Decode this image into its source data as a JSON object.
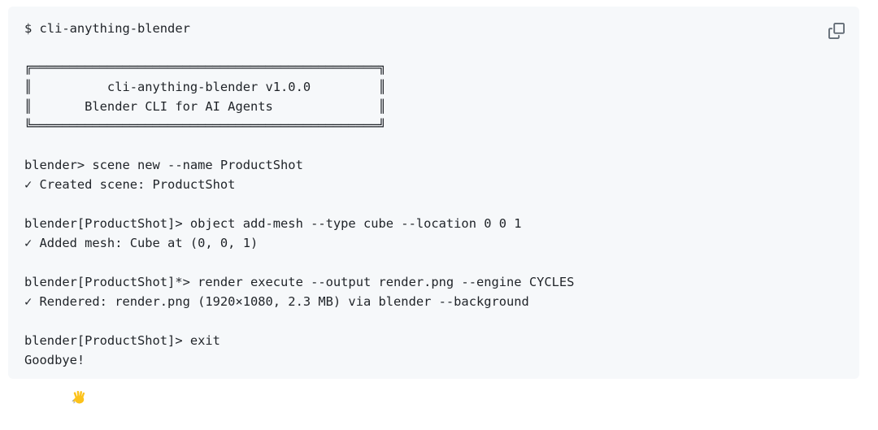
{
  "colors": {
    "page_background": "#ffffff",
    "block_background": "#f6f8fa",
    "text": "#1f2328",
    "copy_icon": "#636c76",
    "hand_yellow": "#fcc21b"
  },
  "icons": {
    "copy": "copy-icon",
    "wave": "waving-hand-icon"
  },
  "terminal": {
    "lines": [
      {
        "type": "command",
        "text": "$ cli-anything-blender"
      },
      {
        "type": "blank",
        "text": ""
      },
      {
        "type": "banner",
        "text": "╔══════════════════════════════════════════════╗"
      },
      {
        "type": "banner",
        "text": "║          cli-anything-blender v1.0.0         ║"
      },
      {
        "type": "banner",
        "text": "║       Blender CLI for AI Agents              ║"
      },
      {
        "type": "banner",
        "text": "╚══════════════════════════════════════════════╝"
      },
      {
        "type": "blank",
        "text": ""
      },
      {
        "type": "command",
        "text": "blender> scene new --name ProductShot"
      },
      {
        "type": "output",
        "text": "✓ Created scene: ProductShot"
      },
      {
        "type": "blank",
        "text": ""
      },
      {
        "type": "command",
        "text": "blender[ProductShot]> object add-mesh --type cube --location 0 0 1"
      },
      {
        "type": "output",
        "text": "✓ Added mesh: Cube at (0, 0, 1)"
      },
      {
        "type": "blank",
        "text": ""
      },
      {
        "type": "command",
        "text": "blender[ProductShot]*> render execute --output render.png --engine CYCLES"
      },
      {
        "type": "output",
        "text": "✓ Rendered: render.png (1920×1080, 2.3 MB) via blender --background"
      },
      {
        "type": "blank",
        "text": ""
      },
      {
        "type": "command",
        "text": "blender[ProductShot]> exit"
      },
      {
        "type": "output",
        "text": "Goodbye!",
        "icon": "waving-hand"
      }
    ]
  }
}
